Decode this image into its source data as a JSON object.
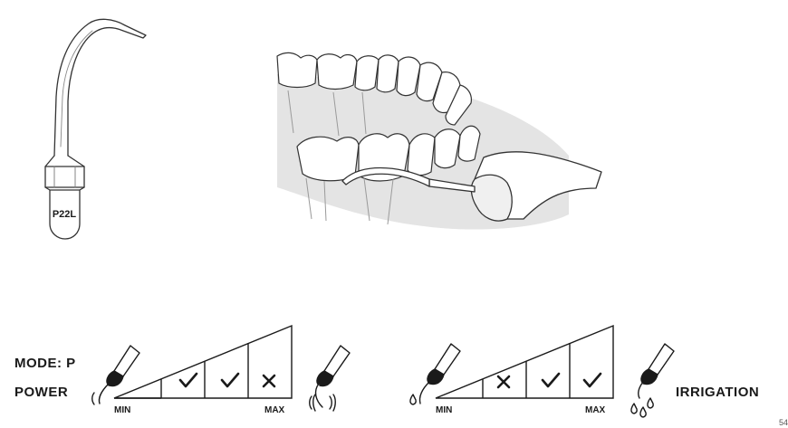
{
  "tip": {
    "model": "P22L"
  },
  "settings": {
    "mode_label": "MODE: P",
    "power_label": "POWER",
    "irrigation_label": "IRRIGATION",
    "power_scale": {
      "min_label": "MIN",
      "max_label": "MAX",
      "levels": [
        "check",
        "check",
        "cross"
      ]
    },
    "irrigation_scale": {
      "min_label": "MIN",
      "max_label": "MAX",
      "levels": [
        "cross",
        "check",
        "check"
      ]
    }
  },
  "page": {
    "number": "54"
  },
  "icons": {
    "power_min": "handpiece-low-vibration-icon",
    "power_max": "handpiece-high-vibration-icon",
    "irrigation_min": "handpiece-single-drop-icon",
    "irrigation_max": "handpiece-multi-drop-icon"
  }
}
